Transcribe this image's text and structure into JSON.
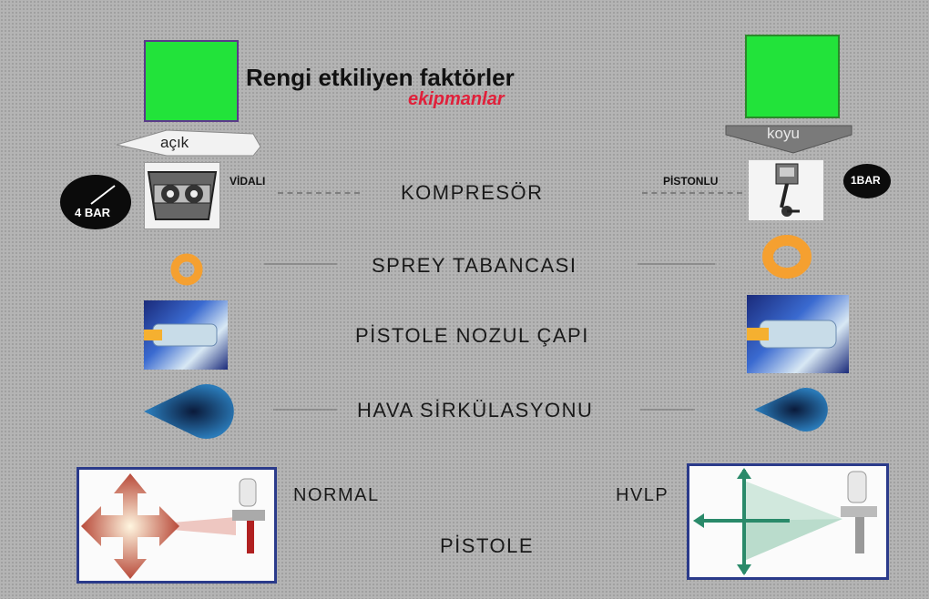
{
  "title": "Rengi etkiliyen faktörler",
  "subtitle": "ekipmanlar",
  "left_arrow_label": "açık",
  "right_arrow_label": "koyu",
  "compressor": {
    "label": "KOMPRESÖR",
    "left_type": "VİDALI",
    "right_type": "PİSTONLU",
    "left_pressure": "4 BAR",
    "right_pressure": "1BAR"
  },
  "spray_gun_label": "SPREY TABANCASI",
  "nozzle_label": "PİSTOLE NOZUL ÇAPI",
  "air_label": "HAVA SİRKÜLASYONU",
  "normal_label": "NORMAL",
  "hvlp_label": "HVLP",
  "pistol_label": "PİSTOLE",
  "colors": {
    "swatch": "#22e33a",
    "ring": "#f5a030",
    "drop": "#1a6aa8",
    "subtitle": "#e0203a"
  }
}
